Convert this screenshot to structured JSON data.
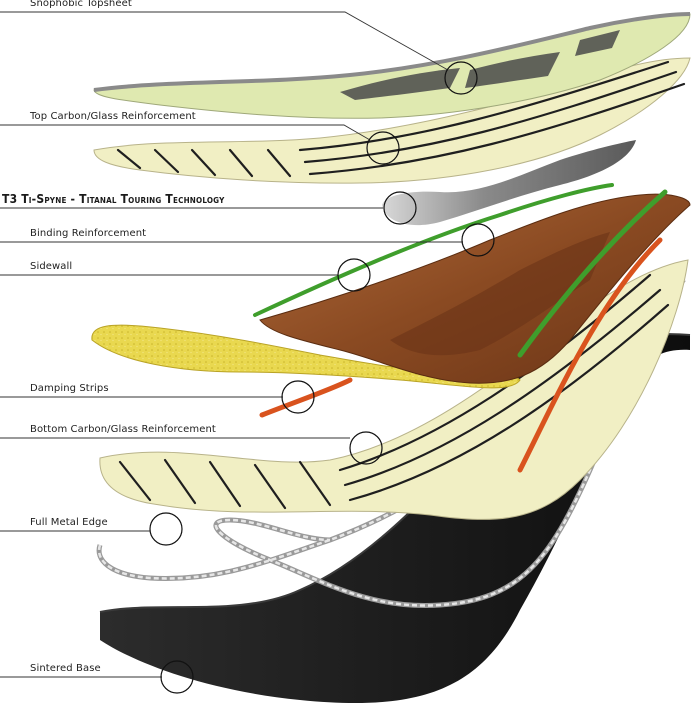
{
  "labels": {
    "topsheet": "Snophobic Topsheet",
    "top_reinforcement": "Top Carbon/Glass Reinforcement",
    "t3": "T3 Ti-Spyne - Titanal Touring Technology",
    "binding_reinforcement": "Binding Reinforcement",
    "sidewall": "Sidewall",
    "damping": "Damping Strips",
    "bottom_reinforcement": "Bottom Carbon/Glass Reinforcement",
    "edge": "Full Metal Edge",
    "base": "Sintered Base"
  },
  "colors": {
    "leader": "#333333",
    "topsheet_fill": "#dfe9b0",
    "topsheet_grey": "#8a8a8a",
    "glass_fill": "#f1efc4",
    "glass_stripe": "#1f1f1f",
    "titanal": "#9a9a9a",
    "binding_green": "#3f9e2c",
    "wood": "#8a4a22",
    "sidewall_yellow": "#e8d54a",
    "damping_orange": "#d9531e",
    "edge_grey": "#a8a8a8",
    "base_black": "#151515"
  }
}
